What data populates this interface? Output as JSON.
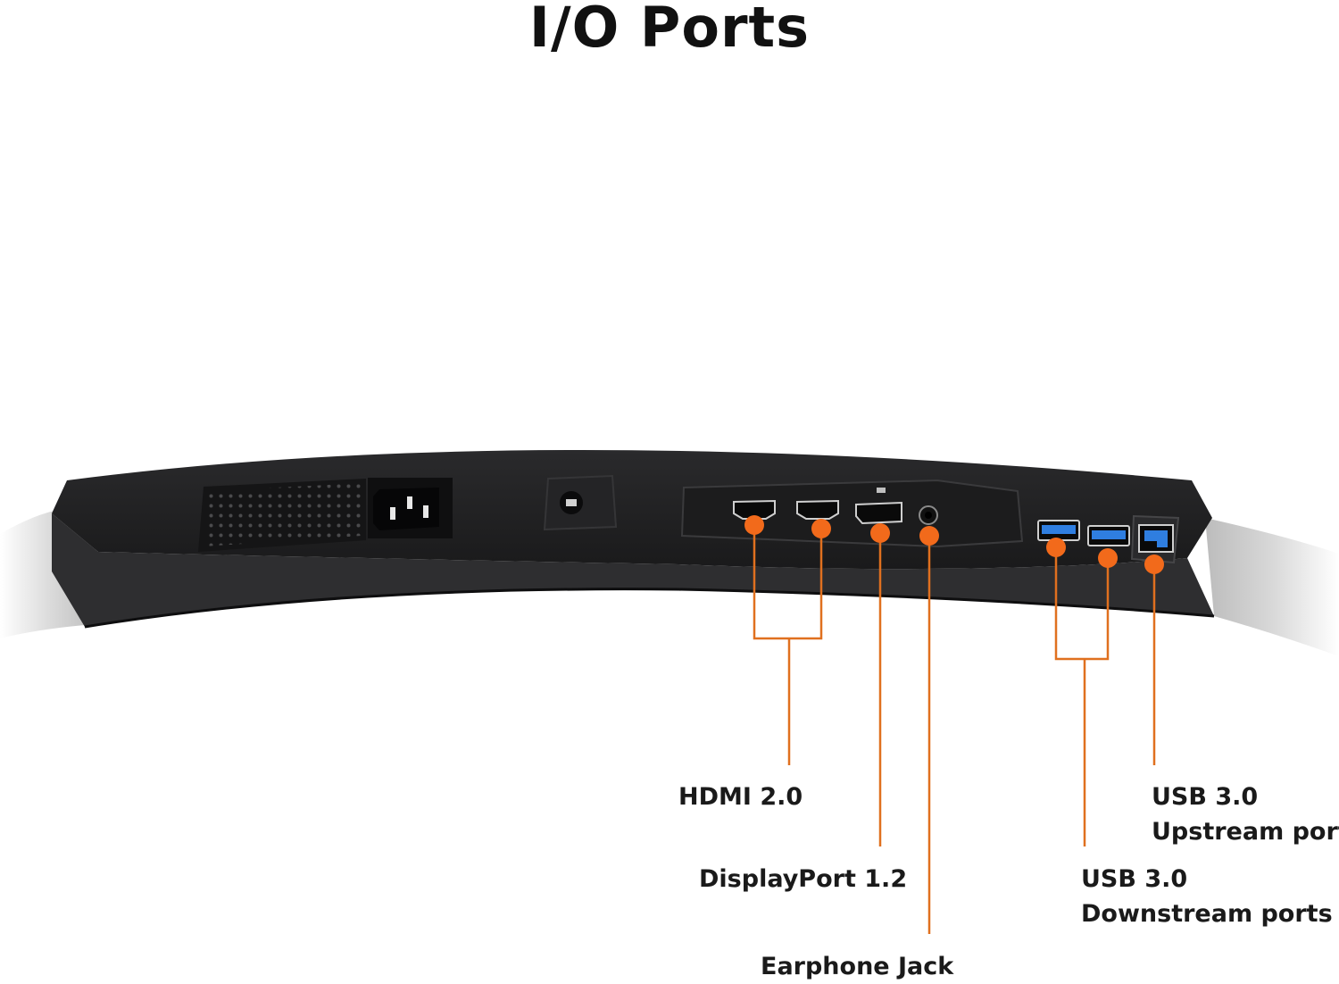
{
  "title": "I/O Ports",
  "colors": {
    "accent": "#f26a1b",
    "callout_line": "#e0701f",
    "bezel": "#1d1d1f",
    "usb_blue": "#2f7ee0"
  },
  "labels": {
    "hdmi": "HDMI 2.0",
    "displayport": "DisplayPort 1.2",
    "earphone": "Earphone Jack",
    "usb_up_line1": "USB 3.0",
    "usb_up_line2": "Upstream port",
    "usb_down_line1": "USB 3.0",
    "usb_down_line2": "Downstream ports"
  }
}
